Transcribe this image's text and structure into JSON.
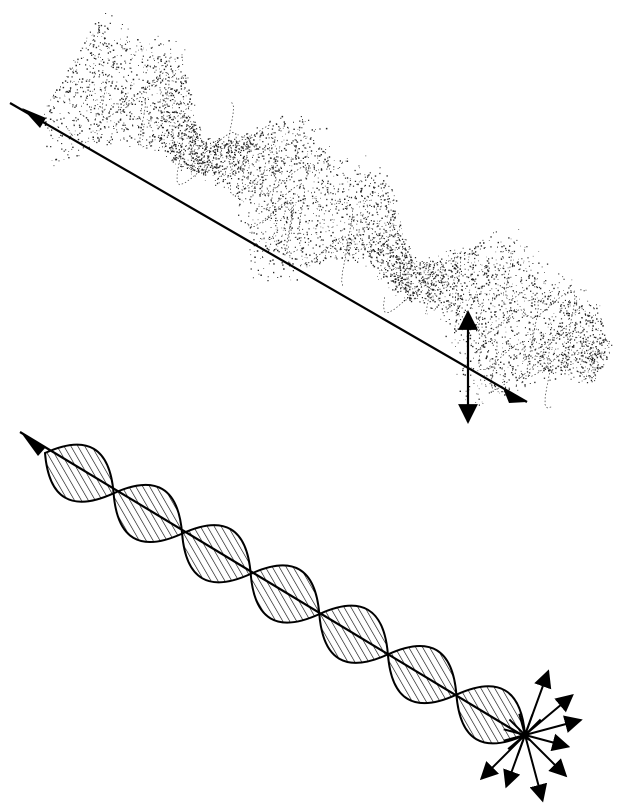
{
  "figure": {
    "panels": [
      {
        "id": "upper",
        "depiction": "stippled-wave",
        "arrows": [
          "propagation-arrow",
          "vertical-double-arrow"
        ]
      },
      {
        "id": "lower",
        "depiction": "hatched-wave-lobes",
        "lobe_count": 7,
        "arrows": [
          "propagation-arrow",
          "radial-arrow-burst"
        ]
      }
    ],
    "colors": {
      "ink": "#000000",
      "background": "#ffffff"
    }
  }
}
